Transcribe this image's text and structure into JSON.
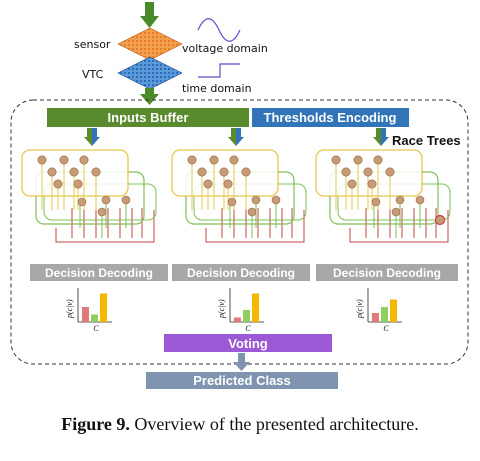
{
  "labels": {
    "sensor": "sensor",
    "vtc": "VTC",
    "voltage_domain": "voltage domain",
    "time_domain": "time domain",
    "inputs_buffer": "Inputs Buffer",
    "thresholds_encoding": "Thresholds Encoding",
    "race_trees": "Race Trees",
    "decision_decoding": "Decision Decoding",
    "voting": "Voting",
    "predicted_class": "Predicted Class",
    "prob_axis": "p(c|v)",
    "class_axis": "C"
  },
  "caption": {
    "figure": "Figure 9.",
    "text": " Overview of the presented architecture."
  },
  "histograms": [
    [
      0.5,
      0.25,
      0.95
    ],
    [
      0.15,
      0.4,
      0.95
    ],
    [
      0.3,
      0.5,
      0.75
    ]
  ],
  "colors": {
    "green_bar": "#5a8a2e",
    "blue_bar": "#3274b8",
    "voting": "#9b59d6",
    "predicted": "#7f94b0",
    "decision": "#a8a8a8",
    "tree_yellow": "#e6c84a",
    "tree_green": "#7fbf5a",
    "tree_red": "#c0453f",
    "node": "#c99a73",
    "hist_red": "#e07a7a",
    "hist_green": "#8fcf5f",
    "hist_orange": "#f5b800"
  }
}
